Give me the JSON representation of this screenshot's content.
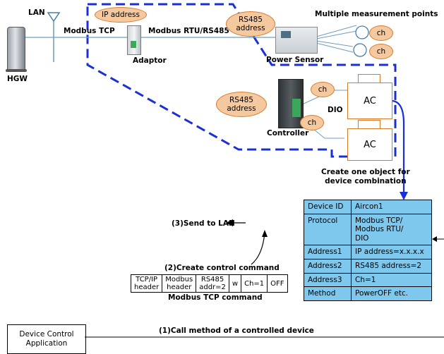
{
  "labels": {
    "lan": "LAN",
    "hgw": "HGW",
    "modbus_tcp": "Modbus TCP",
    "modbus_rtu": "Modbus RTU/RS485",
    "adaptor": "Adaptor",
    "power_sensor": "Power Sensor",
    "controller": "Controller",
    "dio": "DIO",
    "multiple_points": "Multiple measurement points",
    "create_object": "Create one object for\ndevice combination",
    "send_to_lan": "(3)Send to LAN",
    "create_command": "(2)Create control command",
    "modbus_tcp_command": "Modbus TCP command",
    "call_method": "(1)Call method of a controlled device",
    "device_control_app": "Device Control\nApplication"
  },
  "ovals": {
    "ip_address": "IP address",
    "rs485_address_top": "RS485\naddress",
    "rs485_address_mid": "RS485\naddress",
    "ch": "ch"
  },
  "ac_label": "AC",
  "object_table": [
    {
      "key": "Device ID",
      "value": "Aircon1"
    },
    {
      "key": "Protocol",
      "value": "Modbus TCP/\nModbus RTU/\nDIO"
    },
    {
      "key": "Address1",
      "value": "IP address=x.x.x.x"
    },
    {
      "key": "Address2",
      "value": "RS485 address=2"
    },
    {
      "key": "Address3",
      "value": "Ch=1"
    },
    {
      "key": "Method",
      "value": "PowerOFF etc."
    }
  ],
  "command_cells": [
    "TCP/IP\nheader",
    "Modbus\nheader",
    "RS485\naddr=2",
    "w",
    "Ch=1",
    "OFF"
  ],
  "colors": {
    "dashed_border": "#1a2fd6",
    "oval_fill": "#f5c9a0",
    "oval_border": "#d97a2b",
    "table_fill": "#7ec8ee",
    "link_line": "#6f9fbf"
  }
}
